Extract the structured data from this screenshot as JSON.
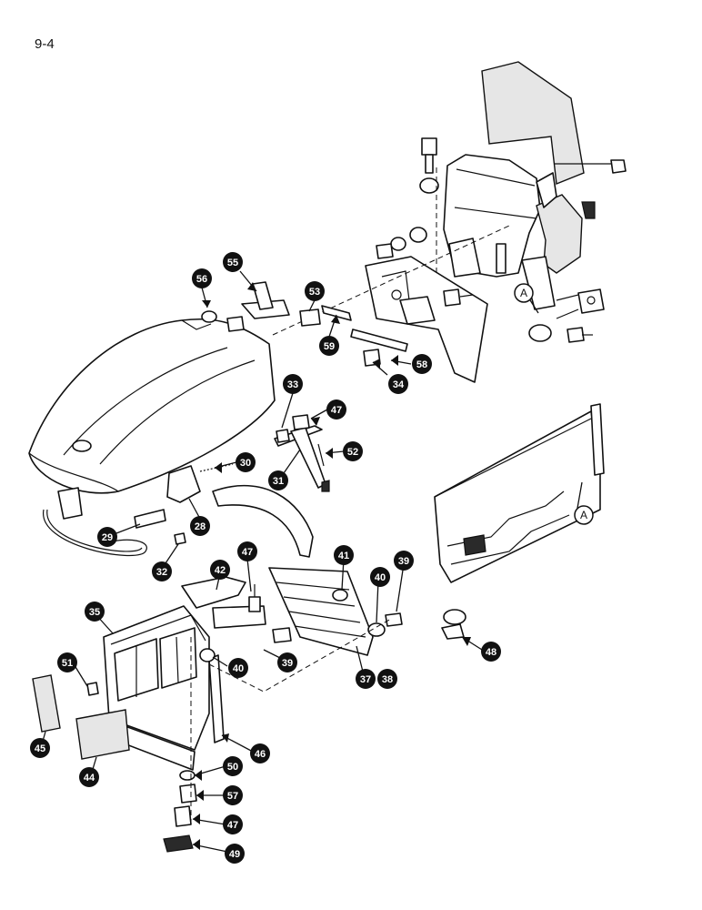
{
  "page_number": "9-4",
  "reference_letter": "A",
  "callouts": [
    "56",
    "55",
    "53",
    "59",
    "58",
    "34",
    "33",
    "47",
    "52",
    "31",
    "30",
    "28",
    "29",
    "32",
    "47",
    "42",
    "41",
    "40",
    "39",
    "35",
    "51",
    "40",
    "39",
    "37",
    "38",
    "46",
    "45",
    "44",
    "50",
    "57",
    "47",
    "49",
    "48"
  ]
}
